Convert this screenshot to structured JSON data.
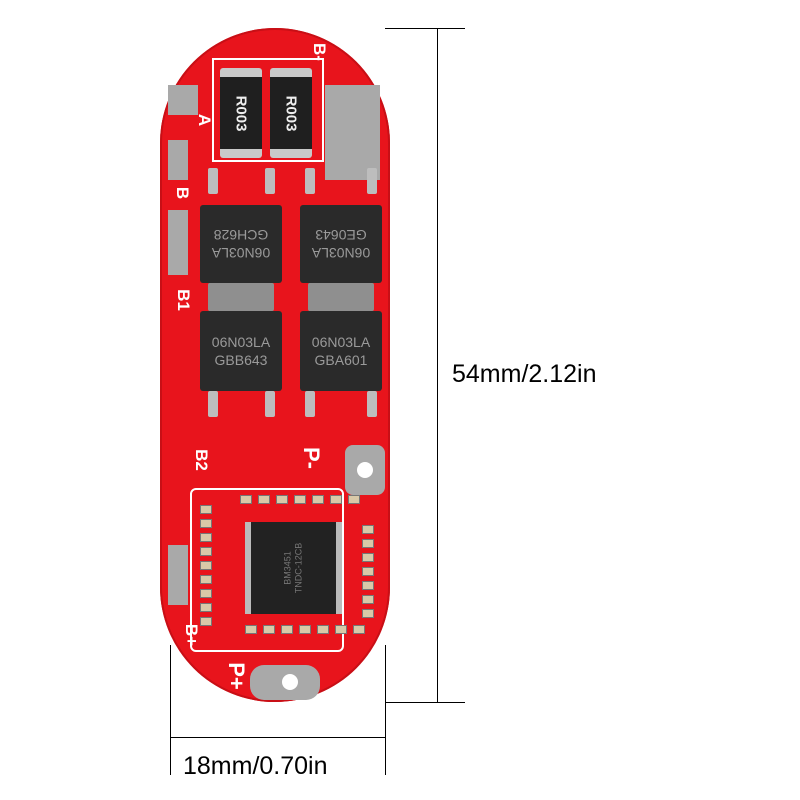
{
  "dimensions": {
    "height_label": "54mm/2.12in",
    "width_label": "18mm/0.70in"
  },
  "board": {
    "color": "#e8141c",
    "silkscreen": [
      "B-",
      "A",
      "B",
      "B1",
      "B2",
      "P-",
      "B+",
      "P+"
    ],
    "resistors": [
      "R003",
      "R003"
    ],
    "mosfets": [
      {
        "line1": "06N03LA",
        "line2": "GCH628"
      },
      {
        "line1": "06N03LA",
        "line2": "GE0643"
      },
      {
        "line1": "06N03LA",
        "line2": "GBB643"
      },
      {
        "line1": "06N03LA",
        "line2": "GBA601"
      }
    ],
    "ic": {
      "line1": "BM3451",
      "line2": "TNDC-12CB"
    }
  }
}
